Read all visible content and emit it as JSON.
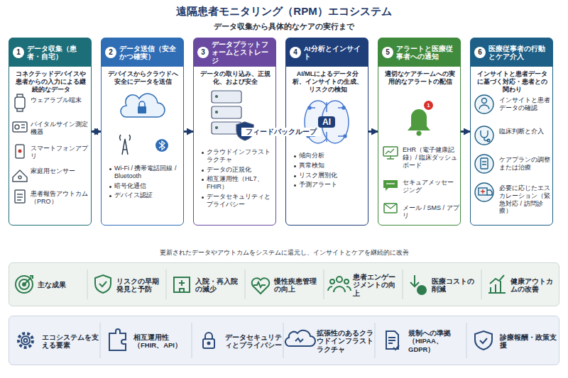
{
  "diagram": {
    "title": "遠隔患者モニタリング（RPM）エコシステム",
    "nodes": [
      {
        "text": [
          "1",
          "データ収集（患者・自宅）",
          "コネクテッドデバイスや患者からの入力による継続的なデータ",
          "ウェアラブル端末",
          "バイタルサイン測定機器",
          "スマートフォンアプリ",
          "家庭用センサー",
          "患者報告アウトカム（PRO）"
        ]
      },
      {
        "text": [
          "2",
          "データ送信（安全かつ確実）",
          "デバイスからクラウドへ安全にデータを送信",
          "Wi-Fi / 携帯電話回線 / Bluetooth",
          "暗号化通信",
          "デバイス認証"
        ]
      },
      {
        "text": [
          "3",
          "データプラットフォームとストレージ",
          "データの取り込み、正規化、および安全",
          "クラウドインフラストラクチャ",
          "データの正規化",
          "相互運用性（HL7、FHIR）",
          "データセキュリティとプライバシー"
        ]
      },
      {
        "text": [
          "4",
          "AI分析とインサイト",
          "AI/MLによるデータ分析、インサイトの生成、リスクの検知",
          "傾向分析",
          "異常検知",
          "リスク層別化",
          "予測アラート"
        ]
      },
      {
        "text": [
          "5",
          "アラートと医療従事者への通知",
          "適切なケアチームへの実用的なアラートの配信",
          "EHR（電子健康記録）/ 臨床ダッシュボード",
          "セキュアメッセージング",
          "メール / SMS / アプリ"
        ]
      },
      {
        "text": [
          "6",
          "医療従事者の行動とケア介入",
          "インサイトと患者データに基づく対応・患者との関わり",
          "インサイトと患者データの確認",
          "臨床判断と介入",
          "ケアプランの調整または治療",
          "必要に応じたエスカレーション（緊急対応 / 訪問診療）"
        ]
      },
      {
        "text": [
          "主な成果",
          "リスクの早期発見と予防",
          "入院・再入院の減少",
          "慢性疾患管理の向上",
          "患者エンゲージメントの向上",
          "医療コストの削減",
          "健康アウトカムの改善"
        ]
      },
      {
        "text": [
          "エコシステムを支える要素",
          "相互運用性（FHIR、API）",
          "データセキュリティとプライバシー",
          "拡張性のあるクラウドインフラストラクチャ",
          "規制への準拠（HIPAA、GDPR）",
          "診療報酬・政策支援"
        ]
      }
    ],
    "edges": [
      {
        "from": 0,
        "to": 1,
        "arrow": "to"
      },
      {
        "from": 1,
        "to": 2,
        "arrow": "to"
      },
      {
        "from": 2,
        "to": 3,
        "arrow": "to"
      },
      {
        "from": 3,
        "to": 4,
        "arrow": "to"
      },
      {
        "from": 4,
        "to": 5,
        "arrow": "to"
      },
      {
        "from": 5,
        "to": 0,
        "label": "フィードバックループ",
        "arrow": "to"
      }
    ],
    "labels": [
      "データ収集から具体的なケアの実行まで",
      "AI",
      "1",
      "更新されたデータやアウトカムをシステムに還元し、インサイトとケアを継続的に改善"
    ]
  }
}
